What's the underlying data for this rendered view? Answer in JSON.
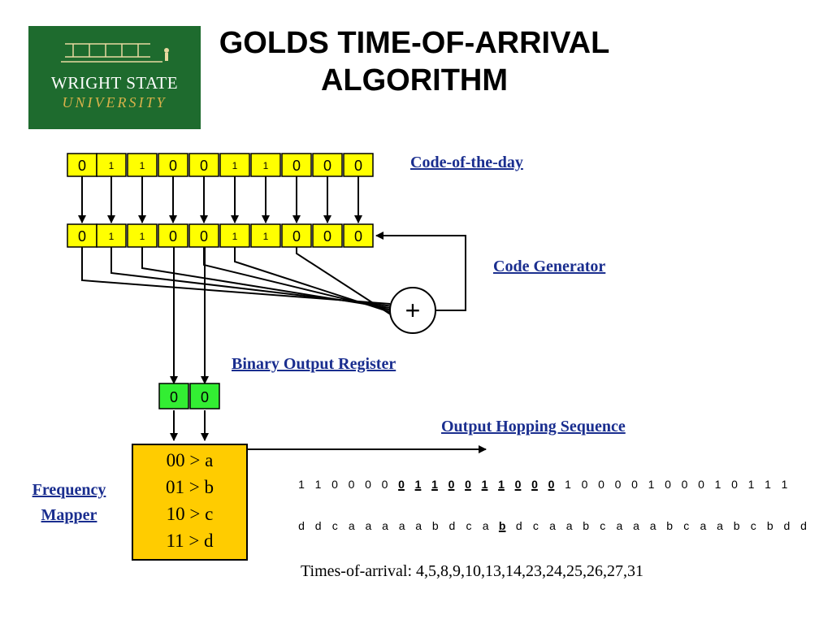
{
  "title": "GOLDS TIME-OF-ARRIVAL ALGORITHM",
  "logo": {
    "line1": "WRIGHT STATE",
    "line2": "UNIVERSITY"
  },
  "labels": {
    "code_of_day": "Code-of-the-day",
    "code_generator": "Code Generator",
    "binary_output_register": "Binary Output Register",
    "output_hopping_sequence": "Output Hopping Sequence",
    "frequency_mapper_line1": "Frequency",
    "frequency_mapper_line2": "Mapper"
  },
  "code_of_day_bits": [
    "0",
    "1",
    "1",
    "0",
    "0",
    "1",
    "1",
    "0",
    "0",
    "0"
  ],
  "generator_bits": [
    "0",
    "1",
    "1",
    "0",
    "0",
    "1",
    "1",
    "0",
    "0",
    "0"
  ],
  "xor_symbol": "+",
  "output_register_bits": [
    "0",
    "0"
  ],
  "mapper_rules": [
    "00 > a",
    "01 > b",
    "10 > c",
    "11 > d"
  ],
  "binary_sequence": [
    "1",
    "1",
    "0",
    "0",
    "0",
    "0",
    "0",
    "1",
    "1",
    "0",
    "0",
    "1",
    "1",
    "0",
    "0",
    "0",
    "1",
    "0",
    "0",
    "0",
    "0",
    "1",
    "0",
    "0",
    "0",
    "1",
    "0",
    "1",
    "1",
    "1"
  ],
  "binary_sequence_bold_range": [
    6,
    15
  ],
  "letter_sequence": [
    "d",
    "d",
    "c",
    "a",
    "a",
    "a",
    "a",
    "a",
    "b",
    "d",
    "c",
    "a",
    "b",
    "d",
    "c",
    "a",
    "a",
    "b",
    "c",
    "a",
    "a",
    "a",
    "b",
    "c",
    "a",
    "a",
    "b",
    "c",
    "b",
    "d",
    "d"
  ],
  "letter_sequence_highlight_index": 12,
  "times_of_arrival": "Times-of-arrival:  4,5,8,9,10,13,14,23,24,25,26,27,31",
  "colors": {
    "register_yellow": "#ffff00",
    "output_green": "#33ee33",
    "mapper_orange": "#ffcc00",
    "label_blue": "#1a2e8f",
    "logo_green": "#1e6b2e",
    "logo_gold": "#d8b24a"
  }
}
